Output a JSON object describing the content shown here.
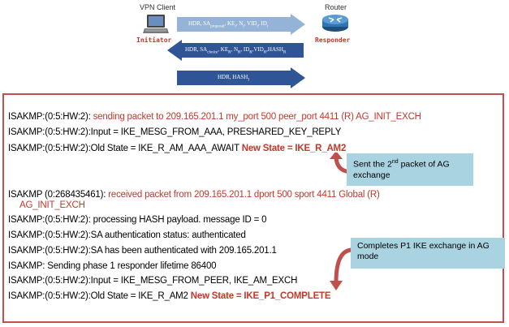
{
  "top": {
    "vpn_client_label": "VPN Client",
    "router_label": "Router",
    "initiator_label": "Initiator",
    "responder_label": "Responder",
    "arrow1_text": "HDR, SA",
    "arrow1_sub": "proposal",
    "arrow1_rest": ", KE",
    "arrow1_tail": "i, N",
    "arrow1_tail2": "i, VID",
    "arrow1_tail3": "i, ID",
    "arrow1_tail4": "i",
    "arrow2_text": "HDR, SA",
    "arrow2_sub": "choice",
    "arrow2_rest": ", KE",
    "arrow2_tail": "R, N",
    "arrow2_tail2": "R, ID",
    "arrow2_tail3": "R, VID",
    "arrow2_tail4": "R, HASH",
    "arrow2_tail5": "R",
    "arrow3_text": "HDR, HASH",
    "arrow3_sub": "I",
    "colors": {
      "arrow_light": "#95b3d7",
      "arrow_dark": "#2f5597",
      "border": "#c0504d",
      "callout": "#a9d3e0",
      "accent_red": "#c0392b"
    }
  },
  "log": {
    "l1_prefix": "ISAKMP:(0:5:HW:2): ",
    "l1_red": "sending packet to 209.165.201.1 my_port 500 peer_port 4411 (R) AG_INIT_EXCH",
    "l2": "ISAKMP:(0:5:HW:2):Input = IKE_MESG_FROM_AAA, PRESHARED_KEY_REPLY",
    "l3_prefix": "ISAKMP:(0:5:HW:2):Old State = IKE_R_AM_AAA_AWAIT  ",
    "l3_red": "New State = IKE_R_AM2",
    "l4_prefix": "ISAKMP (0:268435461): ",
    "l4_red": "received packet from 209.165.201.1 dport 500 sport 4411 Global (R)",
    "l4_cont": "AG_INIT_EXCH",
    "l5": "ISAKMP:(0:5:HW:2): processing HASH payload. message ID = 0",
    "l6": "ISAKMP:(0:5:HW:2):SA authentication status: authenticated",
    "l7": "ISAKMP:(0:5:HW:2):SA has been authenticated with 209.165.201.1",
    "l8": "ISAKMP: Sending phase 1 responder lifetime 86400",
    "l9": "ISAKMP:(0:5:HW:2):Input = IKE_MESG_FROM_PEER, IKE_AM_EXCH",
    "l10_prefix": "ISAKMP:(0:5:HW:2):Old State = IKE_R_AM2  ",
    "l10_red": "New State = IKE_P1_COMPLETE"
  },
  "callouts": {
    "c1_a": "Sent the 2",
    "c1_sup": "nd",
    "c1_b": " packet of AG",
    "c1_c": "exchange",
    "c2_a": "Completes P1 IKE exchange in AG",
    "c2_b": "mode"
  }
}
